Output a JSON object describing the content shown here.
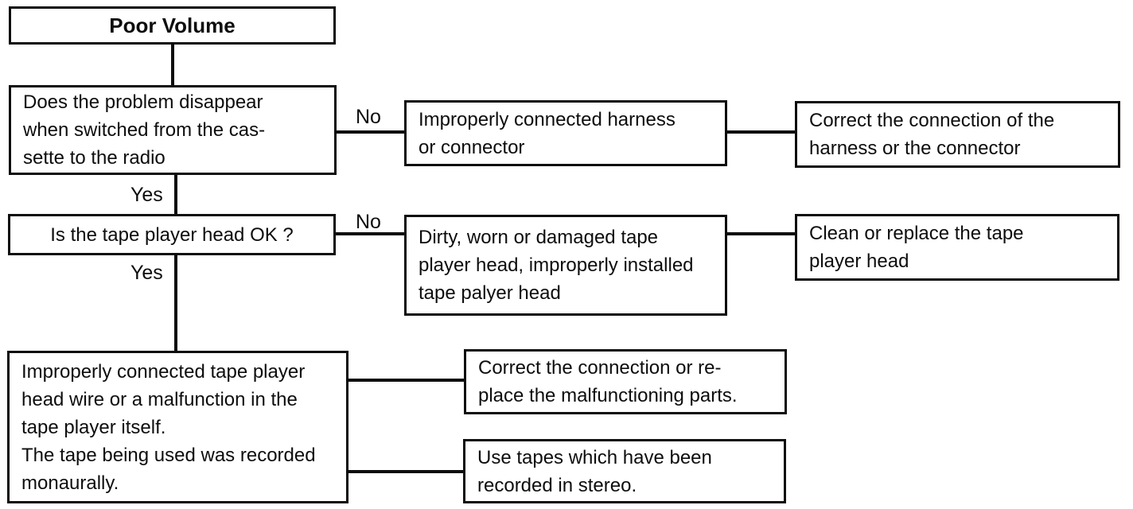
{
  "flowchart": {
    "title": "Poor Volume",
    "edge_labels": {
      "no_1": "No",
      "yes_1": "Yes",
      "no_2": "No",
      "yes_2": "Yes"
    },
    "nodes": {
      "start": {
        "lines": [
          "Poor Volume"
        ]
      },
      "q1": {
        "lines": [
          "Does the problem disappear",
          "when switched from the cas-",
          "sette to the radio"
        ]
      },
      "c1": {
        "lines": [
          "Improperly connected harness",
          "or connector"
        ]
      },
      "a1": {
        "lines": [
          "Correct the connection of the",
          "harness or the connector"
        ]
      },
      "q2": {
        "lines": [
          "Is the tape player head OK ?"
        ]
      },
      "c2": {
        "lines": [
          "Dirty, worn or damaged tape",
          "player head, improperly installed",
          "tape palyer head"
        ]
      },
      "a2": {
        "lines": [
          "Clean or replace the tape",
          "player head"
        ]
      },
      "q3": {
        "lines": [
          "Improperly connected tape player",
          "head wire or a malfunction in the",
          "tape player itself.",
          "The tape being used was recorded",
          "monaurally."
        ]
      },
      "a3": {
        "lines": [
          "Correct the connection or re-",
          "place the malfunctioning parts."
        ]
      },
      "a4": {
        "lines": [
          "Use tapes which have been",
          "recorded in stereo."
        ]
      }
    }
  }
}
